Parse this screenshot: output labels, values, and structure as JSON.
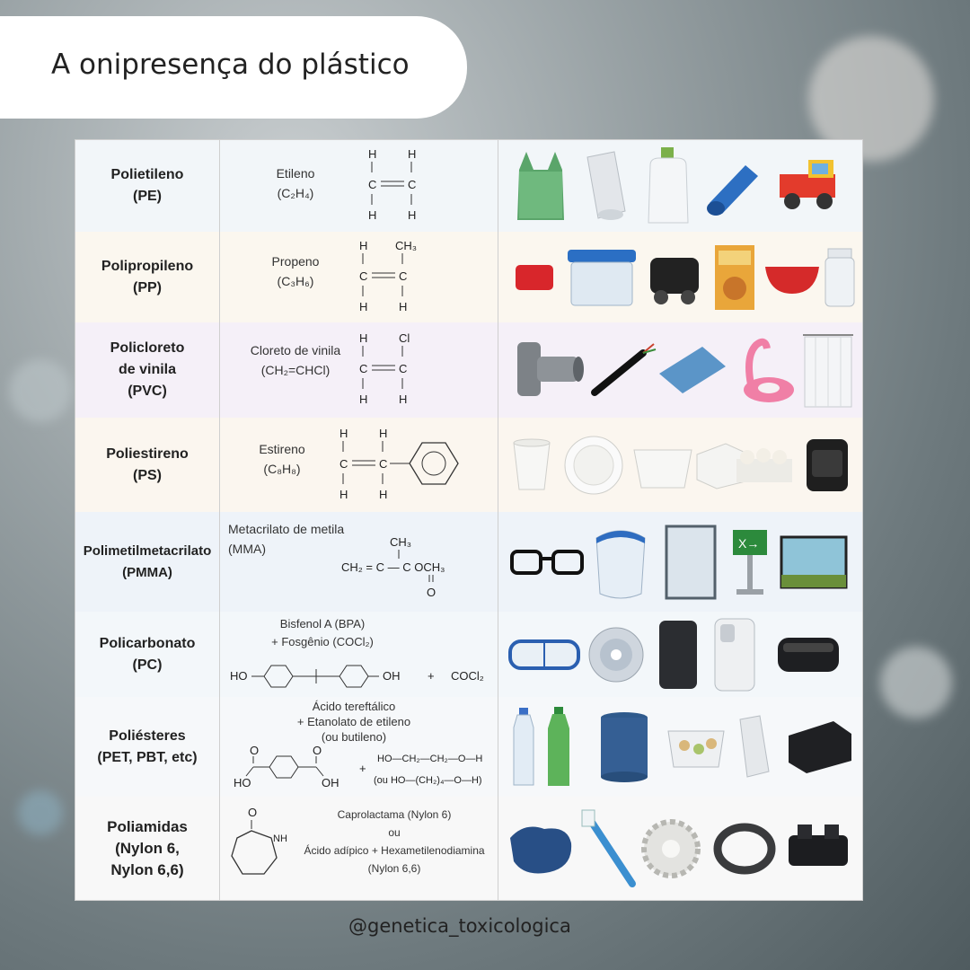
{
  "title": "A onipresença do plástico",
  "handle": "@genetica_toxicologica",
  "colors": {
    "row_pe": "#f2f6f9",
    "row_pp": "#fbf7ef",
    "row_pvc": "#f5f0f8",
    "row_ps": "#fbf6ef",
    "row_pmma": "#eef3f9",
    "row_pc": "#f3f7fa",
    "row_pet": "#f6f8fa",
    "row_pa": "#f8f8f8"
  },
  "rows": [
    {
      "polymer": "Polietileno\n(PE)",
      "monomer": "Etileno\n(C₂H₄)",
      "items": [
        "green-bag-icon",
        "plastic-film-roll-icon",
        "detergent-bottle-icon",
        "blue-pipe-icon",
        "toy-truck-icon"
      ]
    },
    {
      "polymer": "Polipropileno\n(PP)",
      "monomer": "Propeno\n(C₃H₆)",
      "items": [
        "red-bottle-cap-icon",
        "food-container-icon",
        "car-part-icon",
        "cereal-box-icon",
        "red-bowl-icon",
        "clear-jar-icon"
      ]
    },
    {
      "polymer": "Policloreto\nde vinila\n(PVC)",
      "monomer": "Cloreto de vinila\n(CH₂=CHCl)",
      "items": [
        "pvc-pipe-fitting-icon",
        "electric-cable-icon",
        "blue-sheet-icon",
        "flamingo-float-icon",
        "shower-curtain-icon"
      ]
    },
    {
      "polymer": "Poliestireno\n(PS)",
      "monomer": "Estireno\n(C₈H₈)",
      "items": [
        "foam-cup-icon",
        "foam-plate-icon",
        "foam-tray-icon",
        "foam-block-icon",
        "egg-carton-icon",
        "black-case-icon"
      ]
    },
    {
      "polymer": "Polimetilmetacrilato\n(PMMA)",
      "monomer": "Metacrilato de metila\n(MMA)",
      "items": [
        "glasses-icon",
        "face-shield-icon",
        "acrylic-panel-icon",
        "exit-sign-icon",
        "aquarium-icon"
      ]
    },
    {
      "polymer": "Policarbonato\n(PC)",
      "monomer": "Bisfenol A (BPA)\n+ Fosgênio (COCl₂)",
      "items": [
        "safety-goggles-icon",
        "compact-disc-icon",
        "black-phone-icon",
        "phone-case-icon",
        "vr-headset-icon"
      ]
    },
    {
      "polymer": "Poliésteres\n(PET, PBT, etc)",
      "monomer": "Ácido tereftálico\n+ Etanolato de etileno\n(ou butileno)",
      "items": [
        "water-bottle-icon",
        "green-soda-bottle-icon",
        "thread-spool-icon",
        "food-tray-icon",
        "film-roll-icon",
        "black-device-icon"
      ]
    },
    {
      "polymer": "Poliamidas\n(Nylon 6,\nNylon 6,6)",
      "monomer": "Caprolactama (Nylon 6)\nou\nÁcido adípico + Hexametilenodiamina\n(Nylon 6,6)",
      "items": [
        "blue-fabric-icon",
        "toothbrush-icon",
        "white-gear-icon",
        "rope-coil-icon",
        "black-connector-icon"
      ]
    }
  ],
  "formulas": {
    "h": "H",
    "c": "C",
    "ch3": "CH₃",
    "cl": "Cl",
    "eq": "=",
    "mma": "CH₂ = C — C OCH₃",
    "mma_ch3": "CH₃",
    "mma_o": "O",
    "bpa_ho": "HO",
    "bpa_oh": "OH",
    "plus": "+",
    "cocl2": "COCl₂",
    "tere_o": "O",
    "tere_ho": "HO",
    "tere_oh": "OH",
    "glycol_1": "HO—CH₂—CH₂—O—H",
    "glycol_2": "(ou HO—(CH₂)₄—O—H)",
    "capro_o": "O",
    "capro_nh": "NH"
  }
}
